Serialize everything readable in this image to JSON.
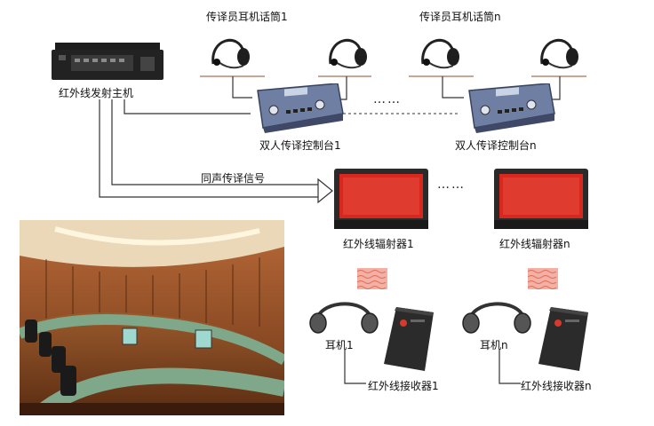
{
  "labels": {
    "transmitter": "红外线发射主机",
    "headset_1": "传译员耳机话筒1",
    "headset_n": "传译员耳机话筒n",
    "console_1": "双人传译控制台1",
    "console_n": "双人传译控制台n",
    "signal": "同声传译信号",
    "radiator_1": "红外线辐射器1",
    "radiator_n": "红外线辐射器n",
    "earphone_1": "耳机1",
    "earphone_n": "耳机n",
    "receiver_1": "红外线接收器1",
    "receiver_n": "红外线接收器n"
  },
  "ellipsis": {
    "consoles": "……",
    "radiators": "……"
  },
  "colors": {
    "radiator_red": "#d8281e",
    "wood": "#8a4a22",
    "console_blue": "#6f7ea3"
  }
}
